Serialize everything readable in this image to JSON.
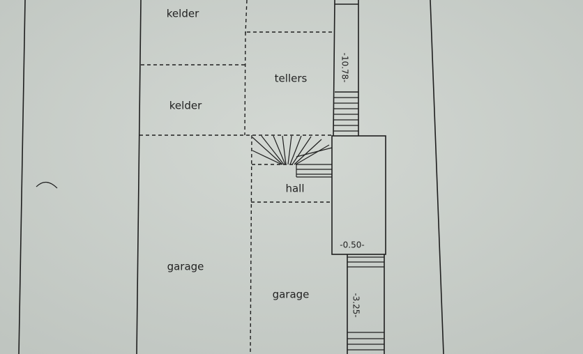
{
  "rooms": {
    "kelder_top": "kelder",
    "kelder_bottom": "kelder",
    "tellers": "tellers",
    "hall": "hall",
    "garage_left": "garage",
    "garage_right": "garage"
  },
  "levels": {
    "ramp_top": "-10.78-",
    "ramp_middle": "-0.50-",
    "ramp_bottom": "-3.25-"
  }
}
